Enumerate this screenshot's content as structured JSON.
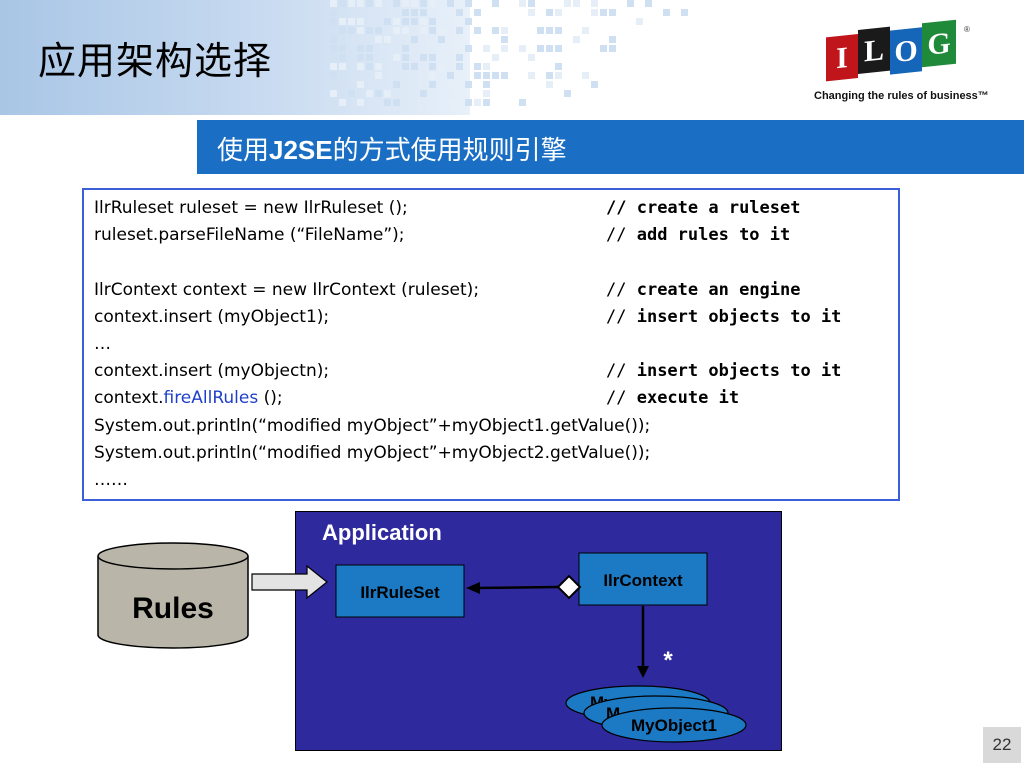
{
  "slide": {
    "title": "应用架构选择",
    "subtitle_prefix": "使用",
    "subtitle_bold": "J2SE",
    "subtitle_suffix": "的方式使用规则引擎",
    "page_number": "22"
  },
  "logo": {
    "letters": [
      "I",
      "L",
      "O",
      "G"
    ],
    "registered": "®",
    "tagline": "Changing the rules of business™",
    "colors": {
      "red": "#c0151b",
      "black": "#1a1a1a",
      "blue": "#1565b8",
      "green": "#1f8a3a"
    }
  },
  "code": {
    "lines": [
      {
        "text": "IlrRuleset ruleset = new IlrRuleset ();"
      },
      {
        "text": "ruleset.parseFileName (“FileName”);"
      },
      {
        "text": ""
      },
      {
        "text": "IlrContext context = new IlrContext (ruleset);"
      },
      {
        "text": "context.insert (myObject1);"
      },
      {
        "text": "…"
      },
      {
        "text": "context.insert (myObjectn);"
      },
      {
        "text_prefix": "context.",
        "text_highlight": "fireAllRules",
        "text_suffix": " ();"
      },
      {
        "text": "System.out.println(“modified myObject”+myObject1.getValue());"
      },
      {
        "text": "System.out.println(“modified myObject”+myObject2.getValue());"
      },
      {
        "text": "……"
      }
    ],
    "comments": [
      {
        "slash": "//",
        "text": " create a ruleset"
      },
      {
        "slash": "//",
        "text": " add rules to it"
      },
      {
        "slash": "",
        "text": ""
      },
      {
        "slash": "//",
        "text": " create an engine"
      },
      {
        "slash": "//",
        "text": " insert objects to it"
      },
      {
        "slash": "",
        "text": ""
      },
      {
        "slash": "//",
        "text": " insert objects to it"
      },
      {
        "slash": "//",
        "text": " execute it"
      }
    ]
  },
  "diagram": {
    "rules_label": "Rules",
    "application_label": "Application",
    "ruleset_label": "IlrRuleSet",
    "context_label": "IlrContext",
    "multiplicity": "*",
    "object_back1": "My",
    "object_back2": "M",
    "object_front": "MyObject1",
    "colors": {
      "app_bg": "#2e2a9e",
      "node_bg": "#1c79c4",
      "cylinder": "#b9b6a9",
      "arrow": "#ffffff"
    }
  }
}
